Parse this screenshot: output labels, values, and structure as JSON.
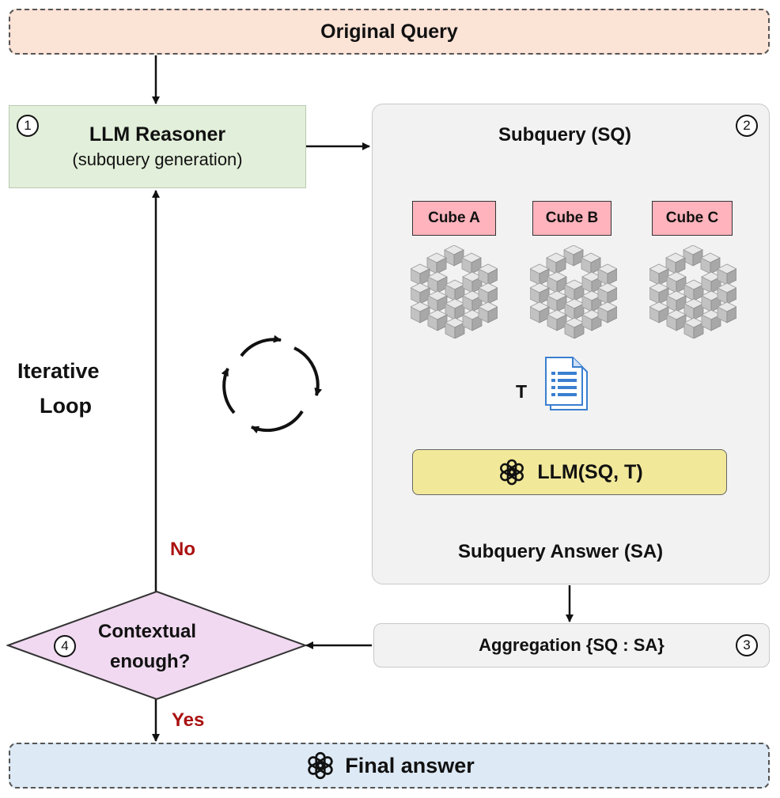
{
  "original_query": "Original Query",
  "reasoner": {
    "title": "LLM Reasoner",
    "subtitle": "(subquery generation)",
    "step": "1"
  },
  "panel": {
    "step": "2",
    "subquery": "Subquery (SQ)",
    "cubes": [
      "Cube A",
      "Cube B",
      "Cube C"
    ],
    "table_label": "T",
    "llm_label": "LLM(SQ, T)",
    "answer": "Subquery Answer (SA)"
  },
  "aggregation": {
    "label": "Aggregation {SQ : SA}",
    "step": "3"
  },
  "decision": {
    "line1": "Contextual",
    "line2": "enough?",
    "step": "4",
    "no_label": "No",
    "yes_label": "Yes"
  },
  "loop_label": {
    "line1": "Iterative",
    "line2": "Loop"
  },
  "final_answer": "Final answer",
  "colors": {
    "query_fill": "#fbe3d6",
    "reasoner_fill": "#e2efda",
    "panel_fill": "#f2f2f2",
    "cube_label_fill": "#ffb3bc",
    "llm_fill": "#f1e89a",
    "decision_fill": "#f0d9f1",
    "final_fill": "#dde9f5",
    "no_yes_color": "#aa1111",
    "doc_color": "#3a7fd0"
  },
  "icons": [
    "openai-logo-icon",
    "cube-grid-icon",
    "document-icon",
    "cycle-arrows-icon"
  ]
}
